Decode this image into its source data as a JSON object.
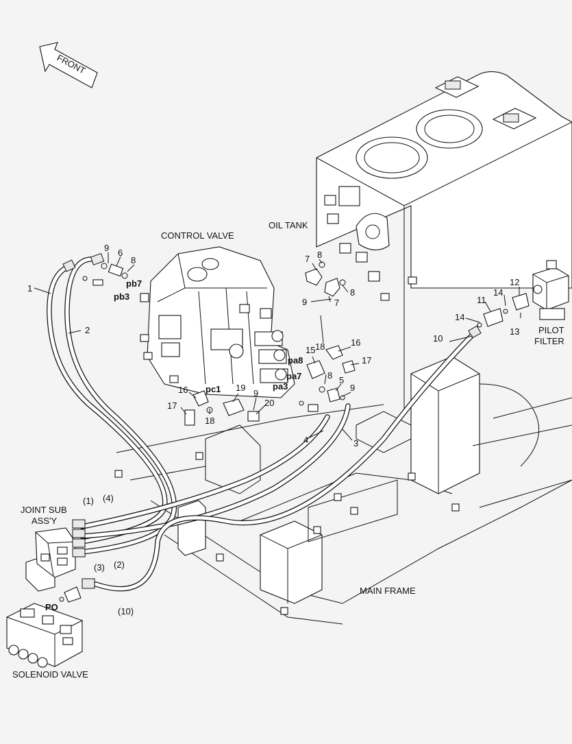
{
  "front_arrow": {
    "text": "FRONT"
  },
  "components": {
    "control_valve": "CONTROL VALVE",
    "oil_tank": "OIL TANK",
    "pilot_filter_1": "PILOT",
    "pilot_filter_2": "FILTER",
    "joint_sub_1": "JOINT SUB",
    "joint_sub_2": "ASS'Y",
    "main_frame": "MAIN FRAME",
    "solenoid_valve": "SOLENOID VALVE"
  },
  "ports": {
    "pb7": "pb7",
    "pb3": "pb3",
    "pa8": "pa8",
    "pa7": "pa7",
    "pc1": "pc1",
    "pa3": "pa3",
    "po": "PO"
  },
  "callouts": {
    "c1": "1",
    "c2": "2",
    "c3": "3",
    "c4": "4",
    "c5": "5",
    "c6": "6",
    "c7a": "7",
    "c7b": "7",
    "c8a": "8",
    "c8b": "8",
    "c8c": "8",
    "c8d": "8",
    "c9a": "9",
    "c9b": "9",
    "c9c": "9",
    "c9d": "9",
    "c10": "10",
    "c11": "11",
    "c12": "12",
    "c13": "13",
    "c14a": "14",
    "c14b": "14",
    "c15": "15",
    "c16a": "16",
    "c16b": "16",
    "c17a": "17",
    "c17b": "17",
    "c18a": "18",
    "c18b": "18",
    "c19": "19",
    "c20": "20",
    "p1": "(1)",
    "p2": "(2)",
    "p3": "(3)",
    "p4": "(4)",
    "p10": "(10)"
  }
}
